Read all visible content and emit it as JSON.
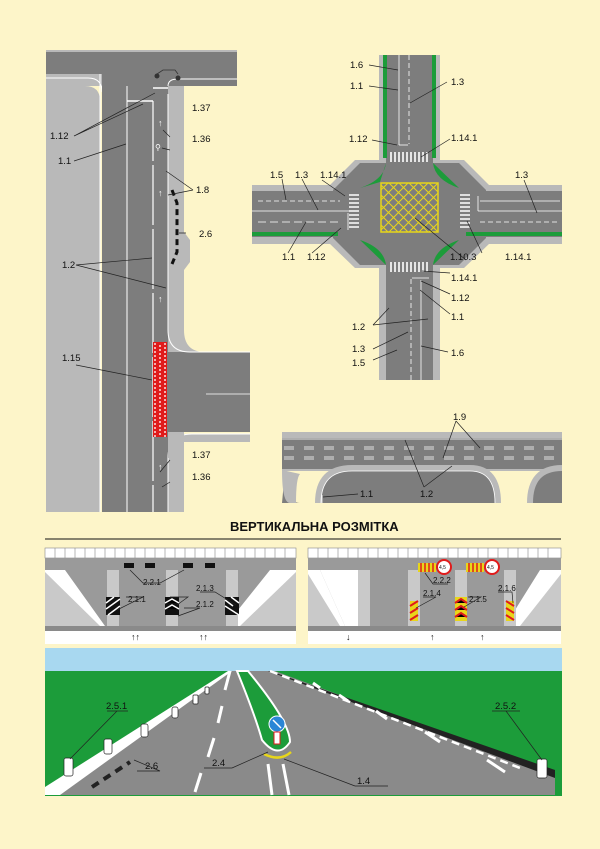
{
  "title": "ВЕРТИКАЛЬНА РОЗМІТКА",
  "colors": {
    "background": "#fdf5c9",
    "road": "#7d7d7d",
    "sidewalk": "#b9b9b9",
    "green": "#1c9c3a",
    "yellow": "#e8d61a",
    "red": "#e01b1b",
    "sky": "#a8d8f0"
  },
  "bike_lane_panel": {
    "labels": [
      "1.12",
      "1.1",
      "1.37",
      "1.36",
      "1.8",
      "2.6",
      "1.2",
      "1.15",
      "1.37",
      "1.36"
    ]
  },
  "intersection_panel": {
    "labels": [
      "1.6",
      "1.1",
      "1.3",
      "1.12",
      "1.14.1",
      "1.5",
      "1.3",
      "1.14.1",
      "1.3",
      "1.1",
      "1.12",
      "1.10.3",
      "1.14.1",
      "1.14.1",
      "1.12",
      "1.1",
      "1.2",
      "1.3",
      "1.5",
      "1.6"
    ]
  },
  "junction_panel": {
    "labels": [
      "1.9",
      "1.2",
      "1.1"
    ]
  },
  "vertical_left_panel": {
    "labels": [
      "2.2.1",
      "2.1.3",
      "2.1.1",
      "2.1.2"
    ]
  },
  "vertical_right_panel": {
    "labels": [
      "2.2.2",
      "2.1.4",
      "2.1.5",
      "2.1.6"
    ],
    "sign_text": "4,5"
  },
  "perspective_panel": {
    "labels": [
      "2.5.1",
      "2.6",
      "2.4",
      "1.4",
      "2.5.2"
    ]
  }
}
